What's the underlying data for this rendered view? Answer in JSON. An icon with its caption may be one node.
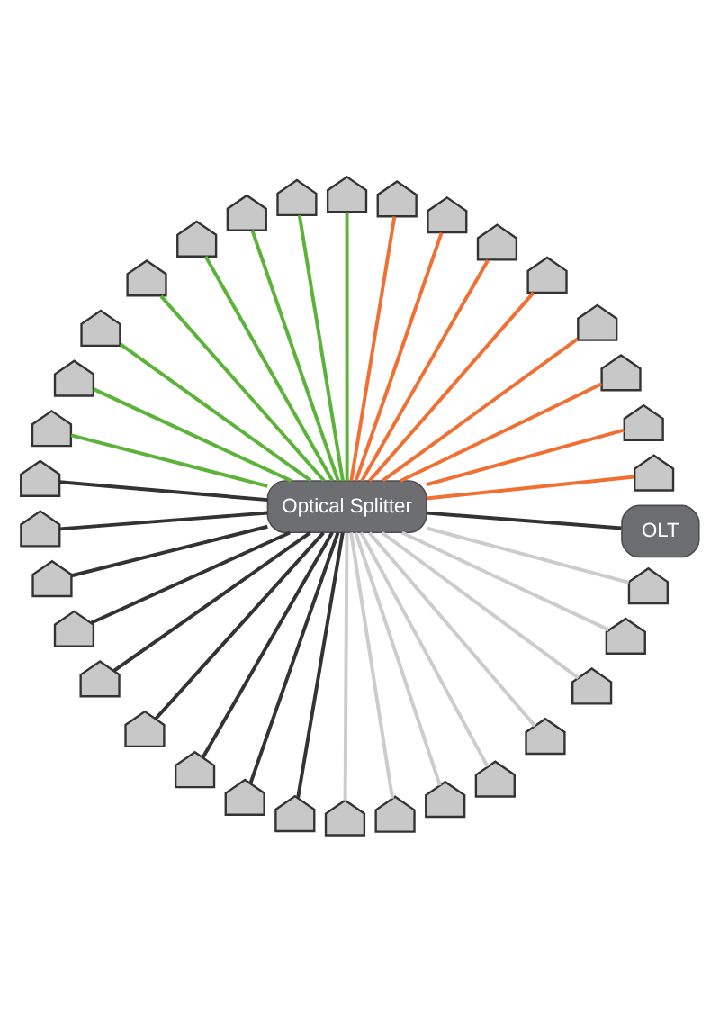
{
  "diagram": {
    "nodes": [
      {
        "text": [
          "OLT"
        ]
      },
      {
        "text": [
          "Optical Splitter"
        ]
      },
      {
        "text": [],
        "shape": "house"
      },
      {
        "text": [],
        "shape": "house"
      },
      {
        "text": [],
        "shape": "house"
      },
      {
        "text": [],
        "shape": "house"
      },
      {
        "text": [],
        "shape": "house"
      },
      {
        "text": [],
        "shape": "house"
      },
      {
        "text": [],
        "shape": "house"
      },
      {
        "text": [],
        "shape": "house"
      },
      {
        "text": [],
        "shape": "house"
      },
      {
        "text": [],
        "shape": "house"
      },
      {
        "text": [],
        "shape": "house"
      },
      {
        "text": [],
        "shape": "house"
      },
      {
        "text": [],
        "shape": "house"
      },
      {
        "text": [],
        "shape": "house"
      },
      {
        "text": [],
        "shape": "house"
      },
      {
        "text": [],
        "shape": "house"
      },
      {
        "text": [],
        "shape": "house"
      },
      {
        "text": [],
        "shape": "house"
      },
      {
        "text": [],
        "shape": "house"
      },
      {
        "text": [],
        "shape": "house"
      },
      {
        "text": [],
        "shape": "house"
      },
      {
        "text": [],
        "shape": "house"
      },
      {
        "text": [],
        "shape": "house"
      },
      {
        "text": [],
        "shape": "house"
      },
      {
        "text": [],
        "shape": "house"
      },
      {
        "text": [],
        "shape": "house"
      },
      {
        "text": [],
        "shape": "house"
      },
      {
        "text": [],
        "shape": "house"
      },
      {
        "text": [],
        "shape": "house"
      },
      {
        "text": [],
        "shape": "house"
      },
      {
        "text": [],
        "shape": "house"
      },
      {
        "text": [],
        "shape": "house"
      },
      {
        "text": [],
        "shape": "house"
      }
    ],
    "edges": [
      {
        "from": 0,
        "to": 1,
        "arrow": "none",
        "color": "#333333"
      },
      {
        "from": 1,
        "to": 2,
        "arrow": "none",
        "color": "#f07033"
      },
      {
        "from": 1,
        "to": 3,
        "arrow": "none",
        "color": "#f07033"
      },
      {
        "from": 1,
        "to": 4,
        "arrow": "none",
        "color": "#f07033"
      },
      {
        "from": 1,
        "to": 5,
        "arrow": "none",
        "color": "#f07033"
      },
      {
        "from": 1,
        "to": 6,
        "arrow": "none",
        "color": "#f07033"
      },
      {
        "from": 1,
        "to": 7,
        "arrow": "none",
        "color": "#f07033"
      },
      {
        "from": 1,
        "to": 8,
        "arrow": "none",
        "color": "#f07033"
      },
      {
        "from": 1,
        "to": 9,
        "arrow": "none",
        "color": "#f07033"
      },
      {
        "from": 1,
        "to": 10,
        "arrow": "none",
        "color": "#5cb33a"
      },
      {
        "from": 1,
        "to": 11,
        "arrow": "none",
        "color": "#5cb33a"
      },
      {
        "from": 1,
        "to": 12,
        "arrow": "none",
        "color": "#5cb33a"
      },
      {
        "from": 1,
        "to": 13,
        "arrow": "none",
        "color": "#5cb33a"
      },
      {
        "from": 1,
        "to": 14,
        "arrow": "none",
        "color": "#5cb33a"
      },
      {
        "from": 1,
        "to": 15,
        "arrow": "none",
        "color": "#5cb33a"
      },
      {
        "from": 1,
        "to": 16,
        "arrow": "none",
        "color": "#5cb33a"
      },
      {
        "from": 1,
        "to": 17,
        "arrow": "none",
        "color": "#5cb33a"
      },
      {
        "from": 1,
        "to": 18,
        "arrow": "none",
        "color": "#333333"
      },
      {
        "from": 1,
        "to": 19,
        "arrow": "none",
        "color": "#333333"
      },
      {
        "from": 1,
        "to": 20,
        "arrow": "none",
        "color": "#333333"
      },
      {
        "from": 1,
        "to": 21,
        "arrow": "none",
        "color": "#333333"
      },
      {
        "from": 1,
        "to": 22,
        "arrow": "none",
        "color": "#333333"
      },
      {
        "from": 1,
        "to": 23,
        "arrow": "none",
        "color": "#333333"
      },
      {
        "from": 1,
        "to": 24,
        "arrow": "none",
        "color": "#333333"
      },
      {
        "from": 1,
        "to": 25,
        "arrow": "none",
        "color": "#333333"
      },
      {
        "from": 1,
        "to": 26,
        "arrow": "none",
        "color": "#333333"
      },
      {
        "from": 1,
        "to": 27,
        "arrow": "none",
        "color": "#cccccc"
      },
      {
        "from": 1,
        "to": 28,
        "arrow": "none",
        "color": "#cccccc"
      },
      {
        "from": 1,
        "to": 29,
        "arrow": "none",
        "color": "#cccccc"
      },
      {
        "from": 1,
        "to": 30,
        "arrow": "none",
        "color": "#cccccc"
      },
      {
        "from": 1,
        "to": 31,
        "arrow": "none",
        "color": "#cccccc"
      },
      {
        "from": 1,
        "to": 32,
        "arrow": "none",
        "color": "#cccccc"
      },
      {
        "from": 1,
        "to": 33,
        "arrow": "none",
        "color": "#cccccc"
      },
      {
        "from": 1,
        "to": 34,
        "arrow": "none",
        "color": "#cccccc"
      }
    ]
  }
}
